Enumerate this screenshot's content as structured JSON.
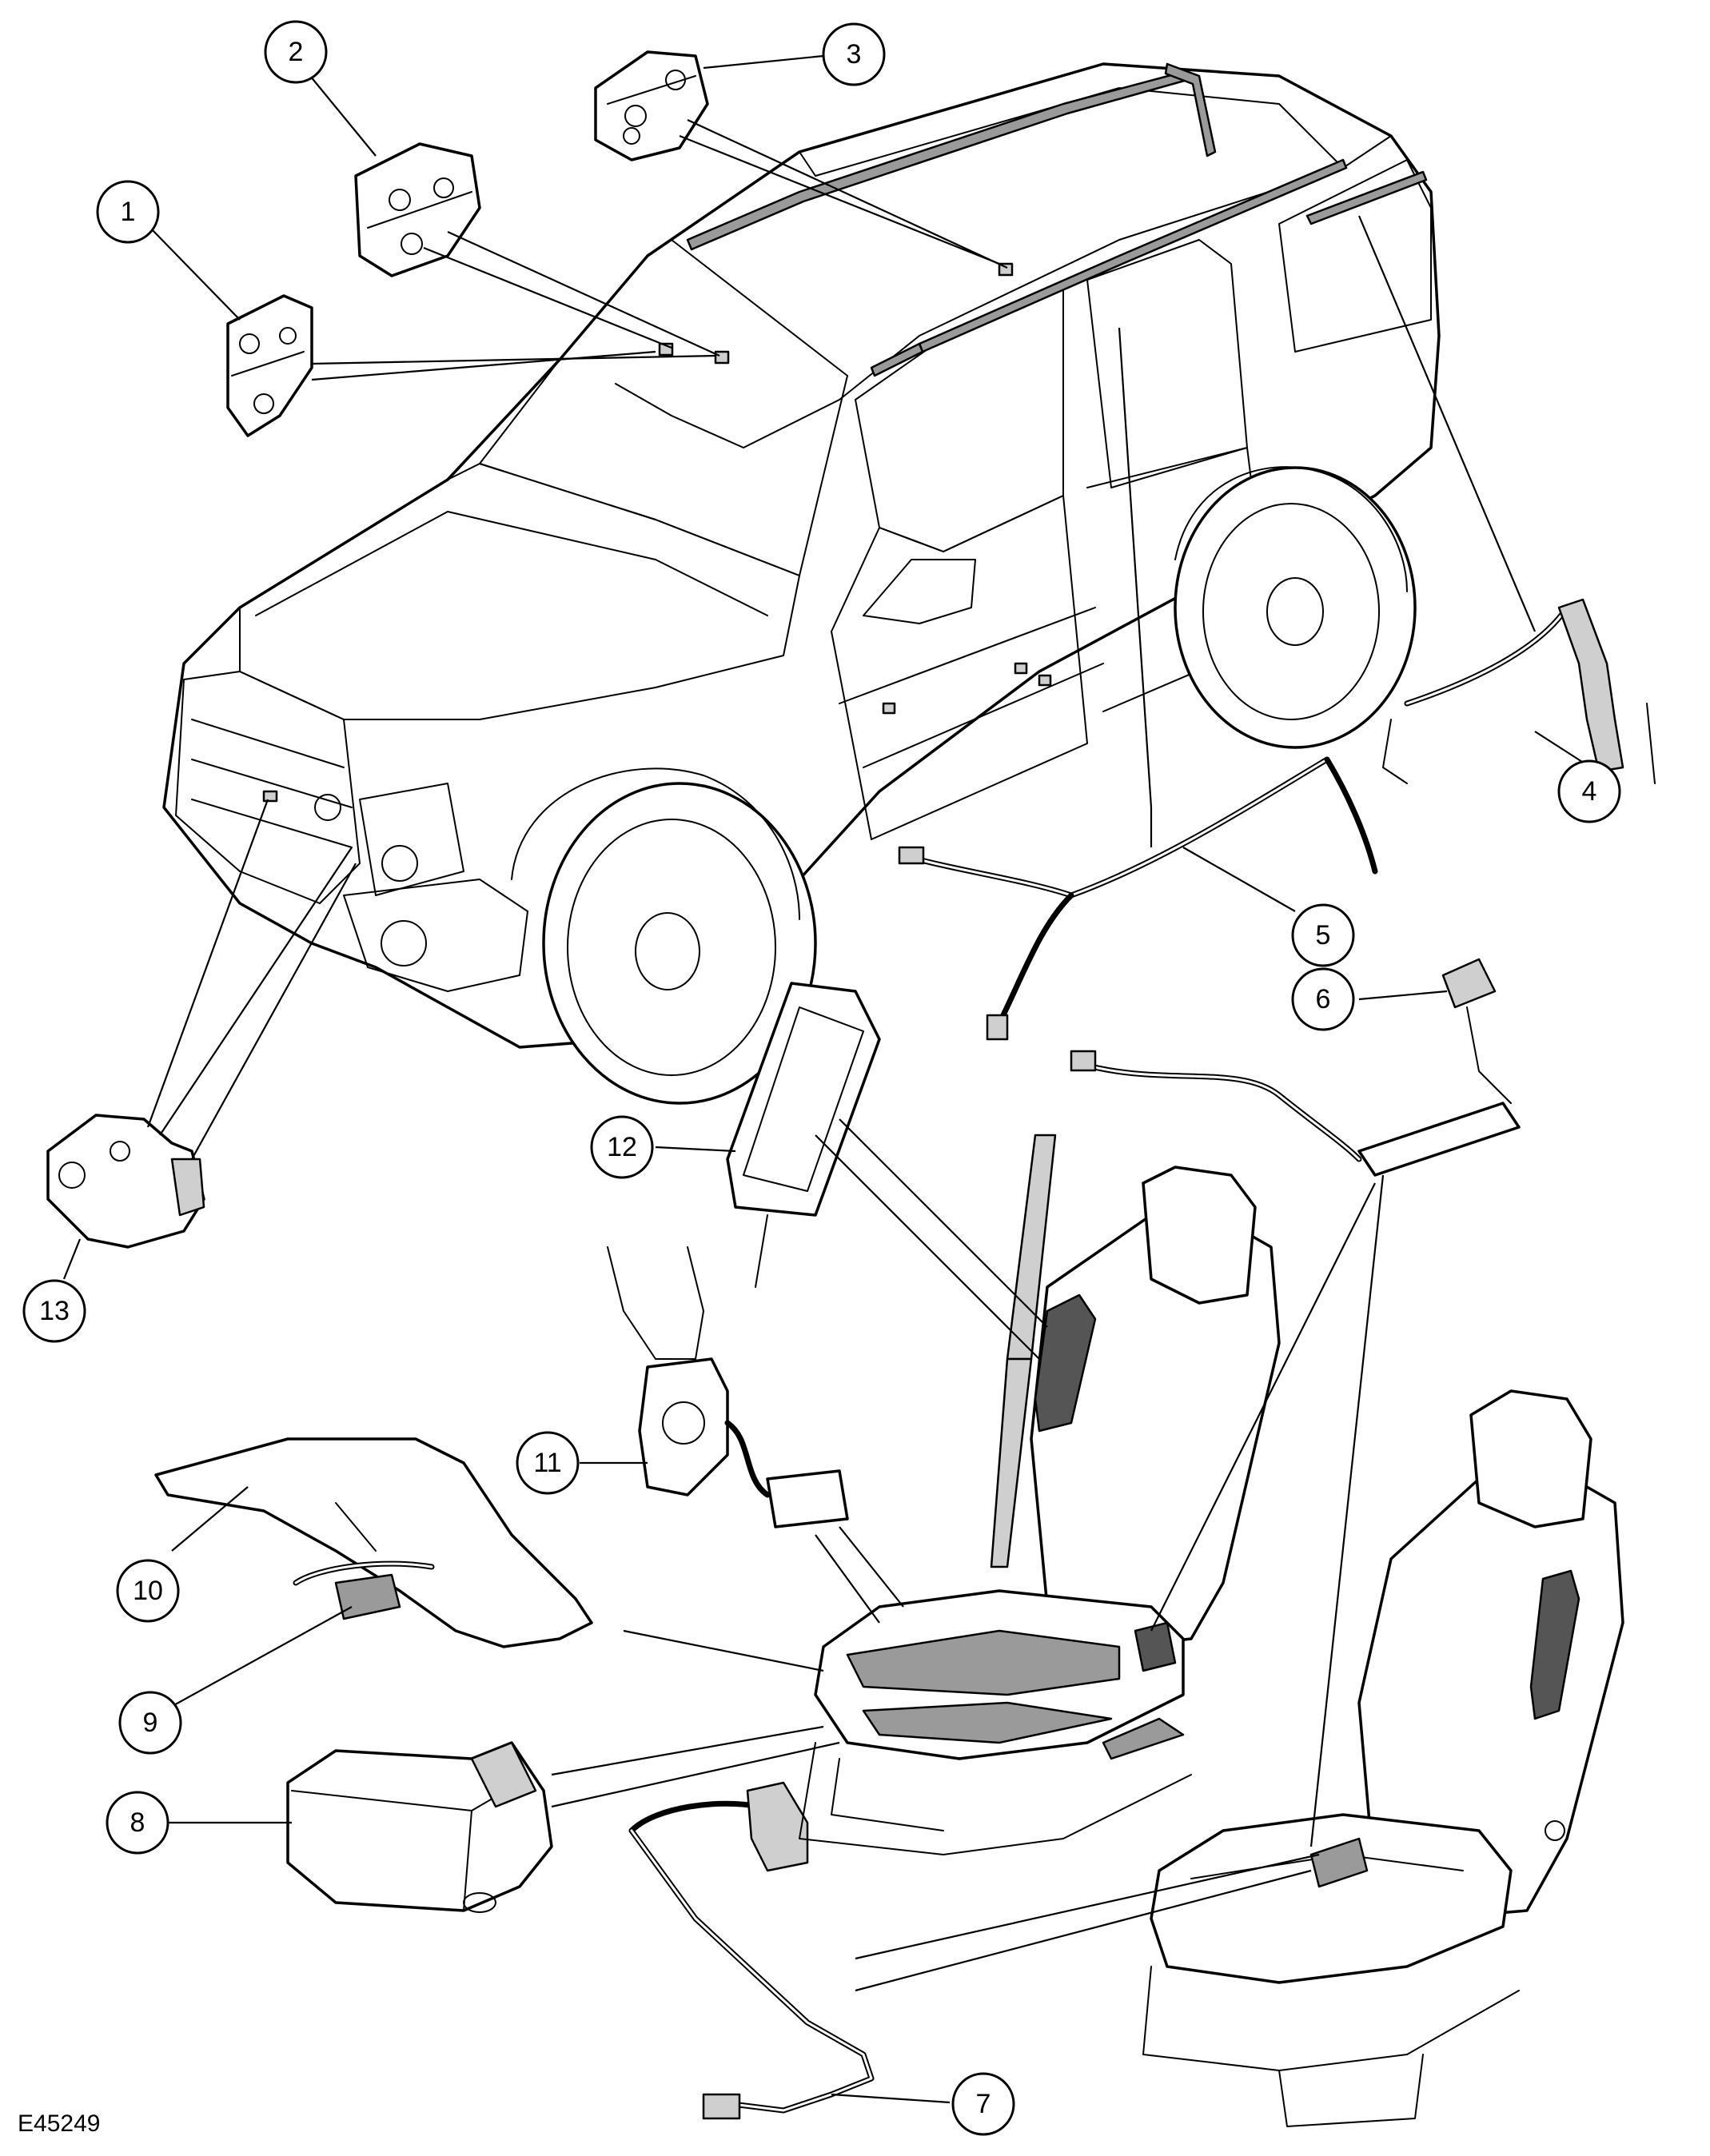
{
  "callouts": [
    {
      "label": "1"
    },
    {
      "label": "2"
    },
    {
      "label": "3"
    },
    {
      "label": "4"
    },
    {
      "label": "5"
    },
    {
      "label": "6"
    },
    {
      "label": "7"
    },
    {
      "label": "8"
    },
    {
      "label": "9"
    },
    {
      "label": "10"
    },
    {
      "label": "11"
    },
    {
      "label": "12"
    },
    {
      "label": "13"
    }
  ],
  "reference_code": "E45249"
}
